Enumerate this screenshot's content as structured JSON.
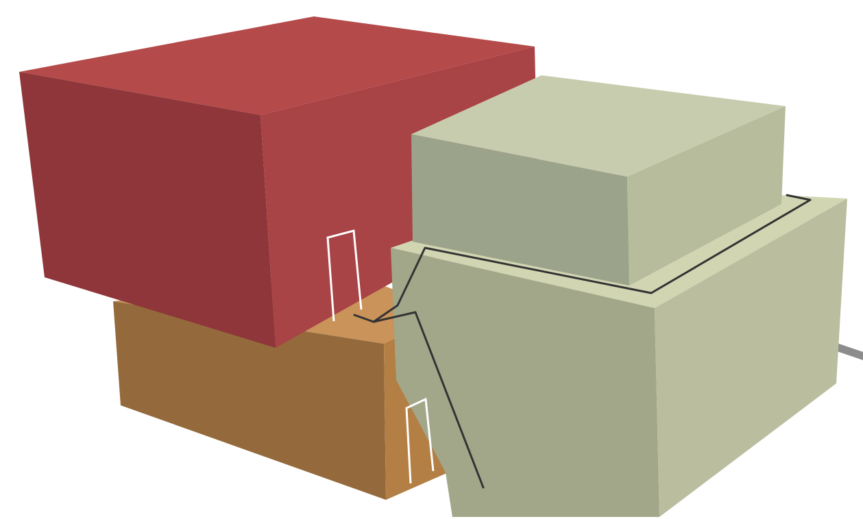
{
  "diagram": {
    "kind": "isometric massing model",
    "background": "#ffffff",
    "blocks": [
      {
        "id": "red-block",
        "colors": {
          "top": "#b54a4a",
          "left": "#8e3639",
          "right": "#a84346"
        }
      },
      {
        "id": "brown-block",
        "colors": {
          "top": "#c9935a",
          "left": "#946a3c",
          "right": "#b47f45"
        }
      },
      {
        "id": "green-lower-block",
        "colors": {
          "top": "#d2d5b2",
          "left": "#a2a78a",
          "right": "#babd9e"
        }
      },
      {
        "id": "green-upper-block",
        "colors": {
          "top": "#c8ccae",
          "left": "#9ca38b",
          "right": "#b7bc9d"
        }
      }
    ],
    "door_outline_color": "#ffffff",
    "path_line_color": "#333333",
    "connector_color": "#8c8c8c"
  }
}
